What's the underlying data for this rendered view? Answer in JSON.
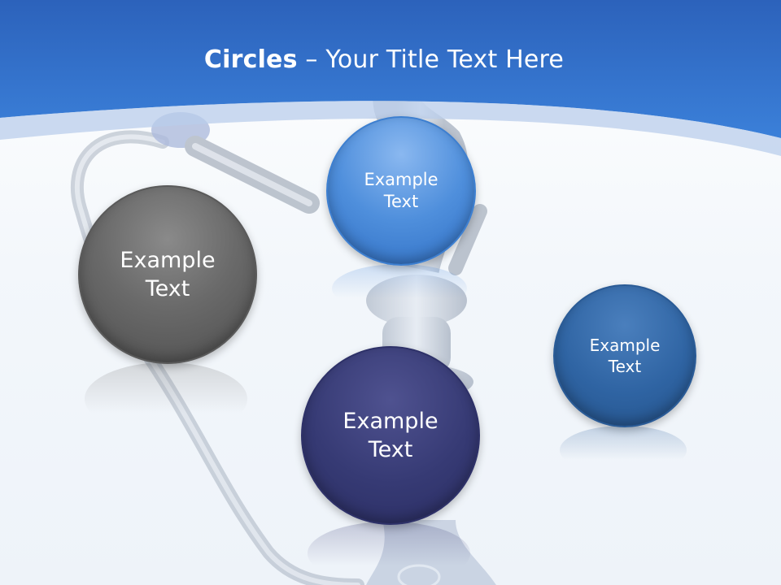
{
  "slide": {
    "title_bold": "Circles",
    "title_rest": " – Your Title Text Here",
    "colors": {
      "header_blue": "#3373cf",
      "header_light": "#b9cdeb",
      "circle_gray": "#6a6a6a",
      "circle_light_blue": "#4f8fdc",
      "circle_navy": "#363a74",
      "circle_steel_blue": "#2f64a3"
    },
    "circles": [
      {
        "id": "gray",
        "line1": "Example",
        "line2": "Text"
      },
      {
        "id": "light-blue",
        "line1": "Example",
        "line2": "Text"
      },
      {
        "id": "navy",
        "line1": "Example",
        "line2": "Text"
      },
      {
        "id": "steel-blue",
        "line1": "Example",
        "line2": "Text"
      }
    ]
  }
}
